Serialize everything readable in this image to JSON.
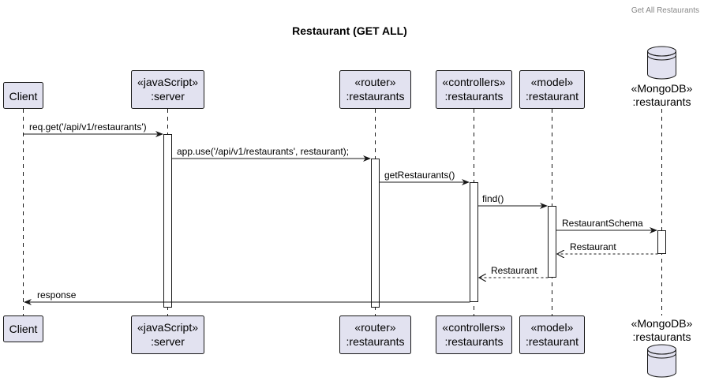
{
  "header": {
    "label": "Get All Restaurants"
  },
  "diagram": {
    "title": "Restaurant (GET ALL)",
    "participants": [
      {
        "id": "client",
        "line1": "Client",
        "line2": "",
        "kind": "box"
      },
      {
        "id": "server",
        "line1": "«javaScript»",
        "line2": ":server",
        "kind": "box"
      },
      {
        "id": "router",
        "line1": "«router»",
        "line2": ":restaurants",
        "kind": "box"
      },
      {
        "id": "controller",
        "line1": "«controllers»",
        "line2": ":restaurants",
        "kind": "box"
      },
      {
        "id": "model",
        "line1": "«model»",
        "line2": ":restaurant",
        "kind": "box"
      },
      {
        "id": "db",
        "line1": "«MongoDB»",
        "line2": ":restaurants",
        "kind": "database"
      }
    ],
    "messages": [
      {
        "label": "req.get('/api/v1/restaurants')",
        "from": "client",
        "to": "server",
        "dashed": false
      },
      {
        "label": "app.use('/api/v1/restaurants', restaurant);",
        "from": "server",
        "to": "router",
        "dashed": false
      },
      {
        "label": "getRestaurants()",
        "from": "router",
        "to": "controller",
        "dashed": false
      },
      {
        "label": "find()",
        "from": "controller",
        "to": "model",
        "dashed": false
      },
      {
        "label": "RestaurantSchema",
        "from": "model",
        "to": "db",
        "dashed": false
      },
      {
        "label": "Restaurant",
        "from": "db",
        "to": "model",
        "dashed": true
      },
      {
        "label": "Restaurant",
        "from": "model",
        "to": "controller",
        "dashed": true
      },
      {
        "label": "response",
        "from": "controller",
        "to": "client",
        "dashed": false
      }
    ],
    "colors": {
      "participant_fill": "#E2E2F0",
      "participant_border": "#181818",
      "lifeline": "#181818",
      "activation_fill": "#FFFFFF"
    }
  }
}
